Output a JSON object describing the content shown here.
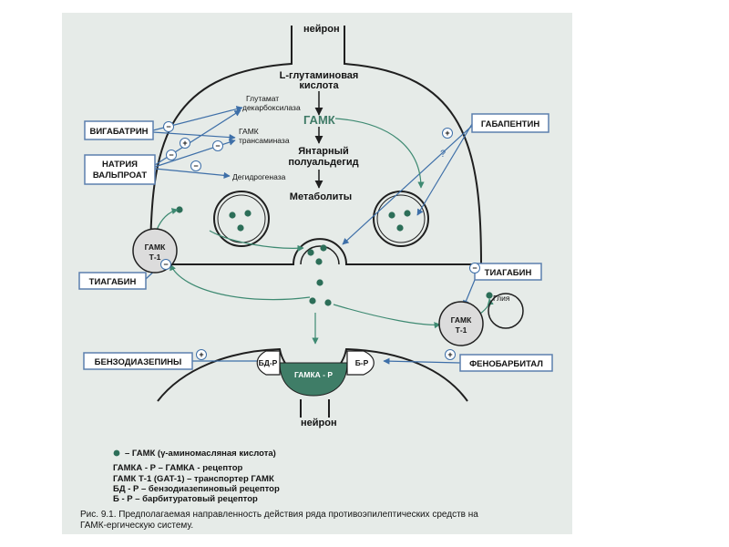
{
  "neuron_top_label": "нейрон",
  "neuron_bottom_label": "нейрон",
  "pathway": {
    "glutamic_acid_line1": "L-глутаминовая",
    "glutamic_acid_line2": "кислота",
    "gad_line1": "Глутамат",
    "gad_line2": "декарбоксилаза",
    "gaba": "ГАМК",
    "transaminase_line1": "ГАМК",
    "transaminase_line2": "трансаминаза",
    "succinic_line1": "Янтарный",
    "succinic_line2": "полуальдегид",
    "dehydrogenase": "Дегидрогеназа",
    "metabolites": "Метаболиты"
  },
  "drugs": {
    "vigabatrin": "ВИГАБАТРИН",
    "valproate_line1": "НАТРИЯ",
    "valproate_line2": "ВАЛЬПРОАТ",
    "gabapentin": "ГАБАПЕНТИН",
    "tiagabine_left": "ТИАГАБИН",
    "tiagabine_right": "ТИАГАБИН",
    "benzodiazepines": "БЕНЗОДИАЗЕПИНЫ",
    "phenobarbital": "ФЕНОБАРБИТАЛ"
  },
  "transporters": {
    "left_line1": "ГАМК",
    "left_line2": "Т-1",
    "right_line1": "ГАМК",
    "right_line2": "Т-1"
  },
  "glia": "Глия",
  "receptors": {
    "bd": "БД-Р",
    "b": "Б-Р",
    "gaba_a": "ГАМКА - Р"
  },
  "signs": {
    "plus": "+",
    "minus": "−",
    "question": "?"
  },
  "legend": {
    "dot_text": "– ГАМК (γ-аминомасляная кислота)",
    "line1": "ГАМКА - Р – ГАМКА - рецептор",
    "line2": "ГАМК Т-1 (GAT-1) – транспортер ГАМК",
    "line3": "БД - Р – бензодиазепиновый рецептор",
    "line4": "Б - Р – барбитуратовый рецептор"
  },
  "caption": {
    "line1": "Рис. 9.1. Предполагаемая направленность действия ряда противоэпилептических средств на",
    "line2": "ГАМК-ергическую систему."
  },
  "colors": {
    "line": "#1f1f1f",
    "arrow_blue": "#3e6fa8",
    "arrow_green": "#3e8a72",
    "gaba_dot": "#2c6e58",
    "receptor_fill": "#3f7d67",
    "scan_background": "#e6ebe8"
  }
}
